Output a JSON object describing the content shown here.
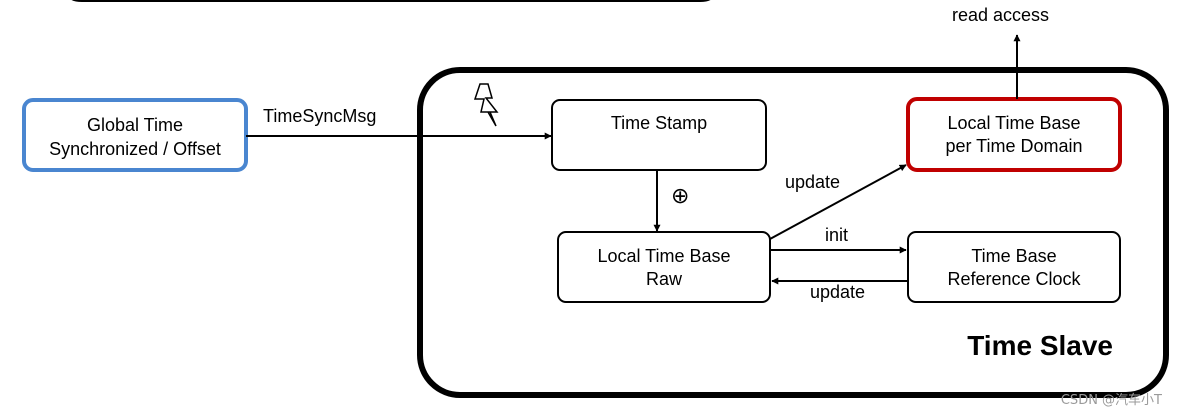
{
  "diagram": {
    "container_title": "Time Slave",
    "nodes": {
      "global_time": {
        "line1": "Global Time",
        "line2": "Synchronized / Offset"
      },
      "time_stamp": {
        "line1": "Time Stamp"
      },
      "local_time_base_raw": {
        "line1": "Local Time Base",
        "line2": "Raw"
      },
      "local_time_base_domain": {
        "line1": "Local Time Base",
        "line2": "per Time Domain"
      },
      "reference_clock": {
        "line1": "Time Base",
        "line2": "Reference Clock"
      }
    },
    "edges": {
      "time_sync_msg": "TimeSyncMsg",
      "read_access": "read access",
      "update_to_domain": "update",
      "init": "init",
      "update_from_clock": "update",
      "add_symbol": "⊕"
    },
    "colors": {
      "global_time_border": "#4a86d0",
      "domain_border": "#c00000",
      "default_border": "#000000"
    }
  },
  "watermark": "CSDN @汽车小T"
}
